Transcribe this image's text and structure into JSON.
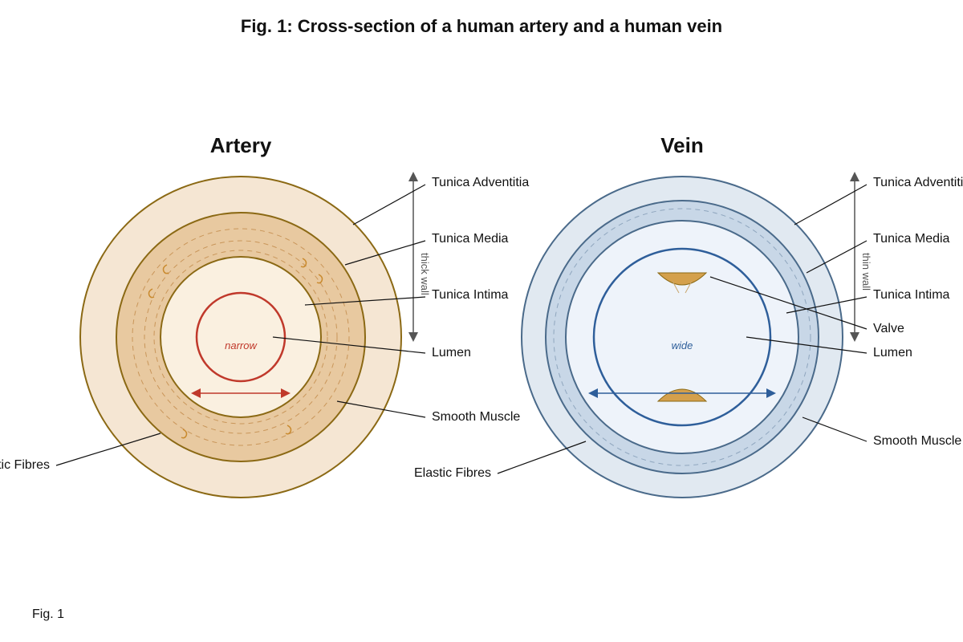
{
  "title": "Fig. 1: Cross-section of a human artery and a human vein",
  "footer": "Fig. 1",
  "colors": {
    "artery_outline": "#8B6914",
    "artery_adventitia": "#F5E6D3",
    "artery_media": "#E8C9A0",
    "artery_intima": "#FAF0E0",
    "artery_lumen_ring": "#C0392B",
    "vein_outline": "#4A6A8A",
    "vein_adventitia": "#E1E9F1",
    "vein_media": "#C8D7E7",
    "vein_intima": "#EEF3FA",
    "vein_lumen_ring": "#2E5E9A",
    "valve": "#D4A04C"
  },
  "artery": {
    "heading": "Artery",
    "lumen_text": "narrow",
    "wall_text": "thick wall",
    "labels": {
      "adventitia": "Tunica Adventitia",
      "media": "Tunica Media",
      "intima": "Tunica Intima",
      "lumen": "Lumen",
      "smooth_muscle": "Smooth Muscle",
      "elastic_fibres": "Elastic Fibres"
    }
  },
  "vein": {
    "heading": "Vein",
    "lumen_text": "wide",
    "wall_text": "thin wall",
    "labels": {
      "adventitia": "Tunica Adventitia",
      "media": "Tunica Media",
      "intima": "Tunica Intima",
      "valve": "Valve",
      "lumen": "Lumen",
      "smooth_muscle": "Smooth Muscle",
      "elastic_fibres": "Elastic Fibres"
    }
  }
}
